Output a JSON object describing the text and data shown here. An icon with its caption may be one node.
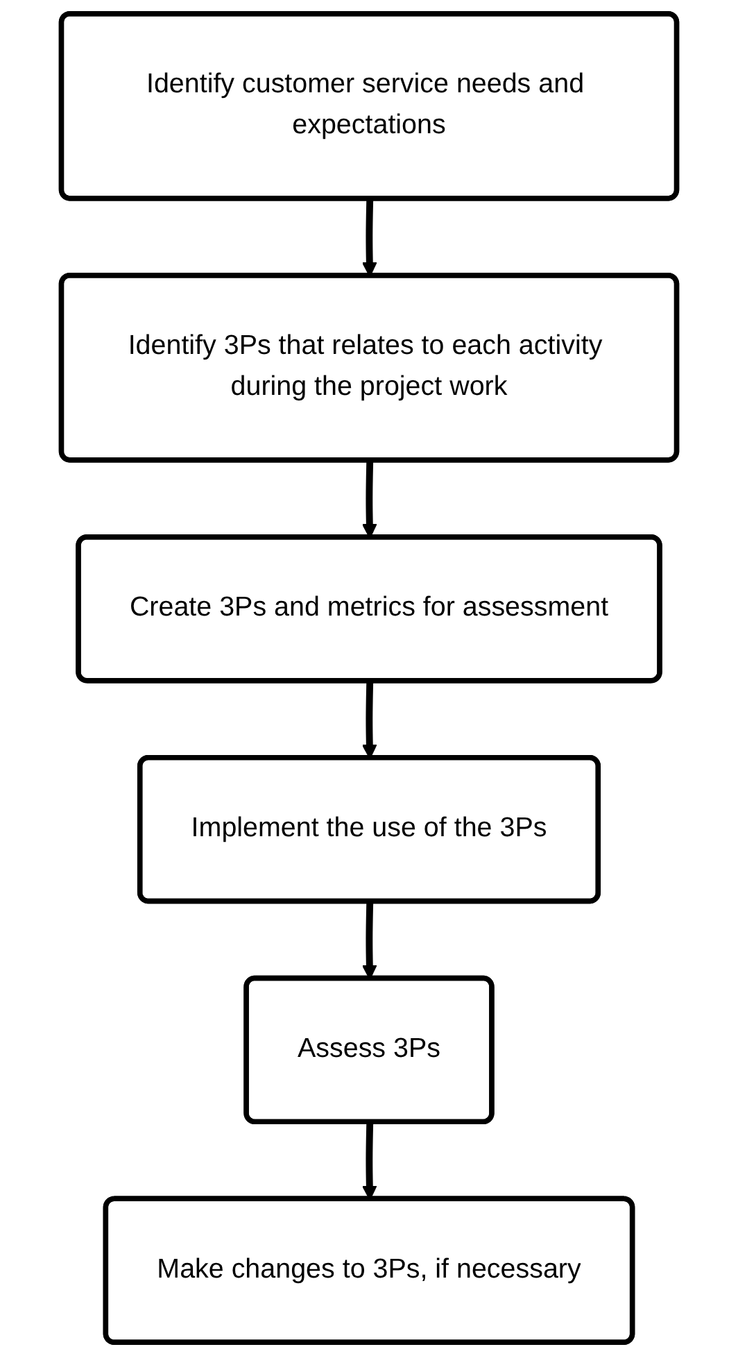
{
  "diagram": {
    "nodes": [
      {
        "text": [
          "Identify customer service needs and expectations"
        ]
      },
      {
        "text": [
          "Identify 3Ps that relates to each activity during the project work"
        ]
      },
      {
        "text": [
          "Create 3Ps and metrics for assessment"
        ]
      },
      {
        "text": [
          "Implement the use of the 3Ps"
        ]
      },
      {
        "text": [
          "Assess 3Ps"
        ]
      },
      {
        "text": [
          "Make changes to 3Ps, if necessary"
        ]
      }
    ],
    "edges": [
      {
        "from": 0,
        "to": 1,
        "arrow": "to"
      },
      {
        "from": 1,
        "to": 2,
        "arrow": "to"
      },
      {
        "from": 2,
        "to": 3,
        "arrow": "to"
      },
      {
        "from": 3,
        "to": 4,
        "arrow": "to"
      },
      {
        "from": 4,
        "to": 5,
        "arrow": "to"
      }
    ]
  }
}
